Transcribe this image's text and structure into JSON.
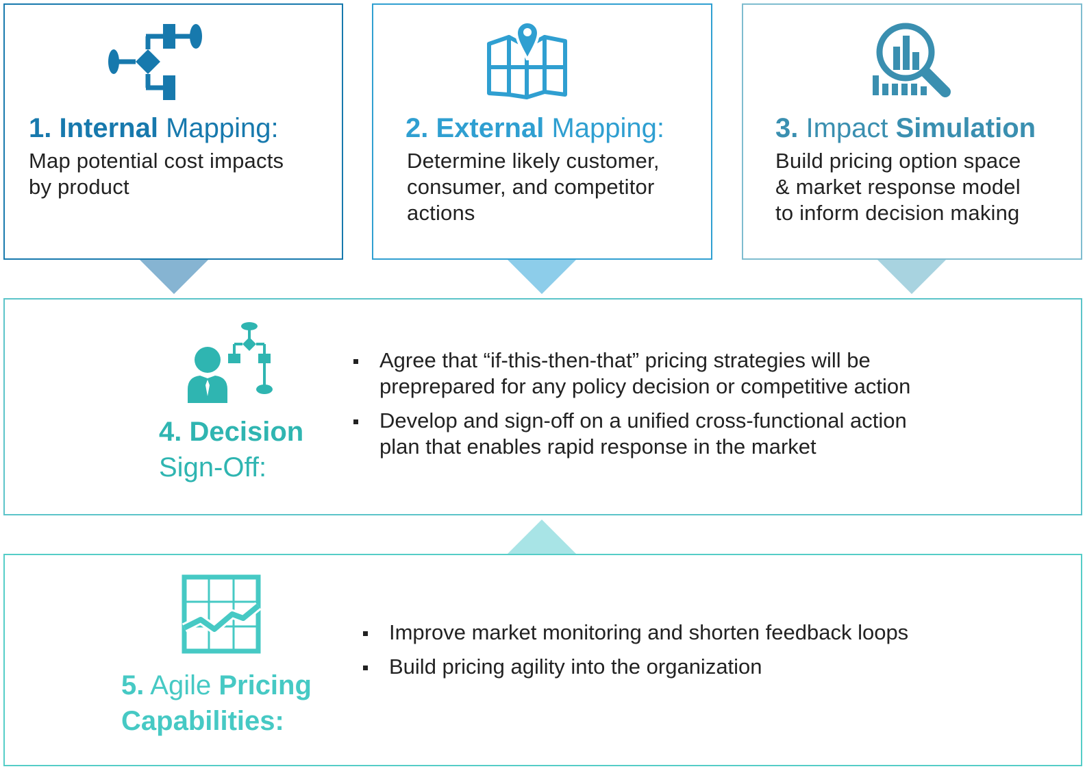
{
  "colors": {
    "step1": "#1779ad",
    "step2": "#2f9fd1",
    "step3": "#3a8fb0",
    "step4": "#2fb5b1",
    "step5": "#46c9c4",
    "arrow1": "#86b4d2",
    "arrow2": "#8dcdea",
    "arrow3": "#a8d3e0",
    "arrow_up": "#a8e4e6",
    "text": "#222222"
  },
  "steps": [
    {
      "number": "1.",
      "strong": "Internal",
      "light": " Mapping:",
      "icon": "flowchart-icon",
      "desc": [
        "Map potential cost impacts",
        "by product"
      ]
    },
    {
      "number": "2.",
      "strong": "External",
      "light": " Mapping:",
      "icon": "map-pin-icon",
      "desc": [
        "Determine likely customer,",
        "consumer, and competitor",
        "actions"
      ]
    },
    {
      "number": "3.",
      "light": " Impact ",
      "strong": "Simulation",
      "icon": "magnifier-chart-icon",
      "desc": [
        "Build pricing option space",
        "& market response model",
        "to inform decision making"
      ]
    }
  ],
  "decision": {
    "title_line1": "4. Decision",
    "title_line2": "Sign-Off:",
    "icon": "person-flowchart-icon",
    "bullets": [
      [
        "Agree that “if-this-then-that” pricing strategies will be",
        "preprepared for any policy decision or competitive action"
      ],
      [
        "Develop and sign-off on a unified cross-functional action",
        "plan that enables rapid response in the market"
      ]
    ]
  },
  "agile": {
    "number": "5.",
    "light": " Agile ",
    "strong1": "Pricing",
    "strong2": "Capabilities:",
    "icon": "line-chart-grid-icon",
    "bullets": [
      "Improve market monitoring and shorten feedback loops",
      "Build pricing agility into the organization"
    ]
  }
}
